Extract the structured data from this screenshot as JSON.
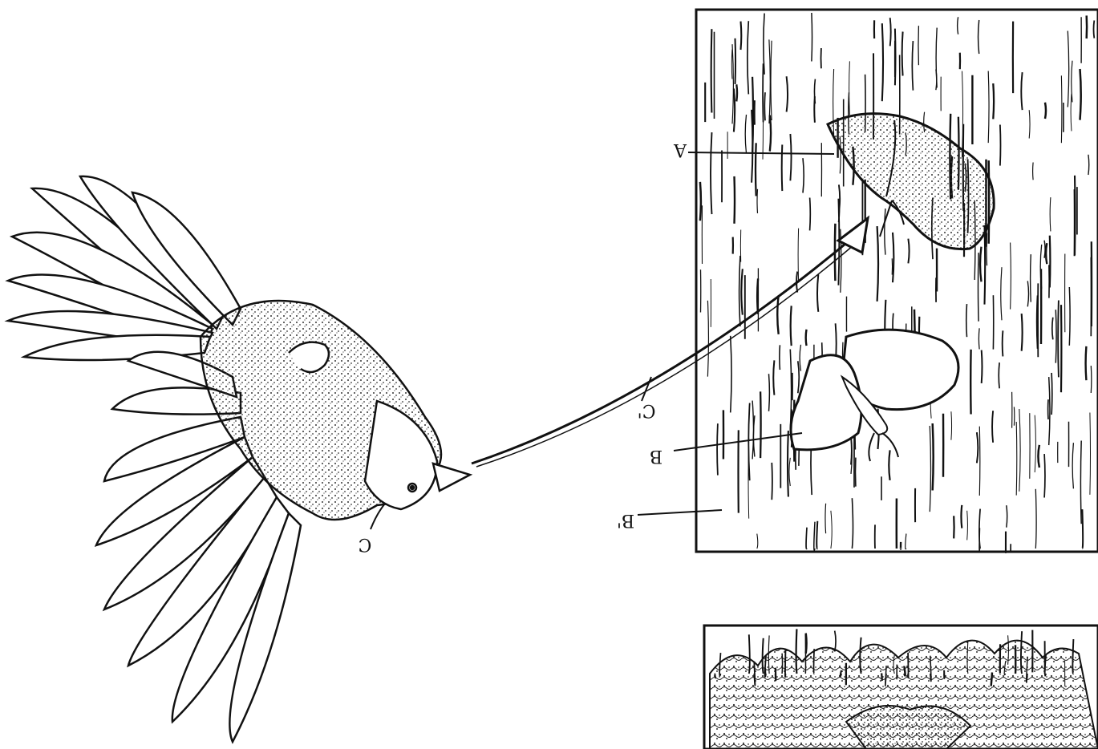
{
  "labels": {
    "moth_dark": "A",
    "moth_light": "B",
    "bark_surface": "B'",
    "sight_line": "C'",
    "bird": "C"
  },
  "colors": {
    "ink": "#111111",
    "paper": "#ffffff",
    "speckle": "#333333"
  }
}
